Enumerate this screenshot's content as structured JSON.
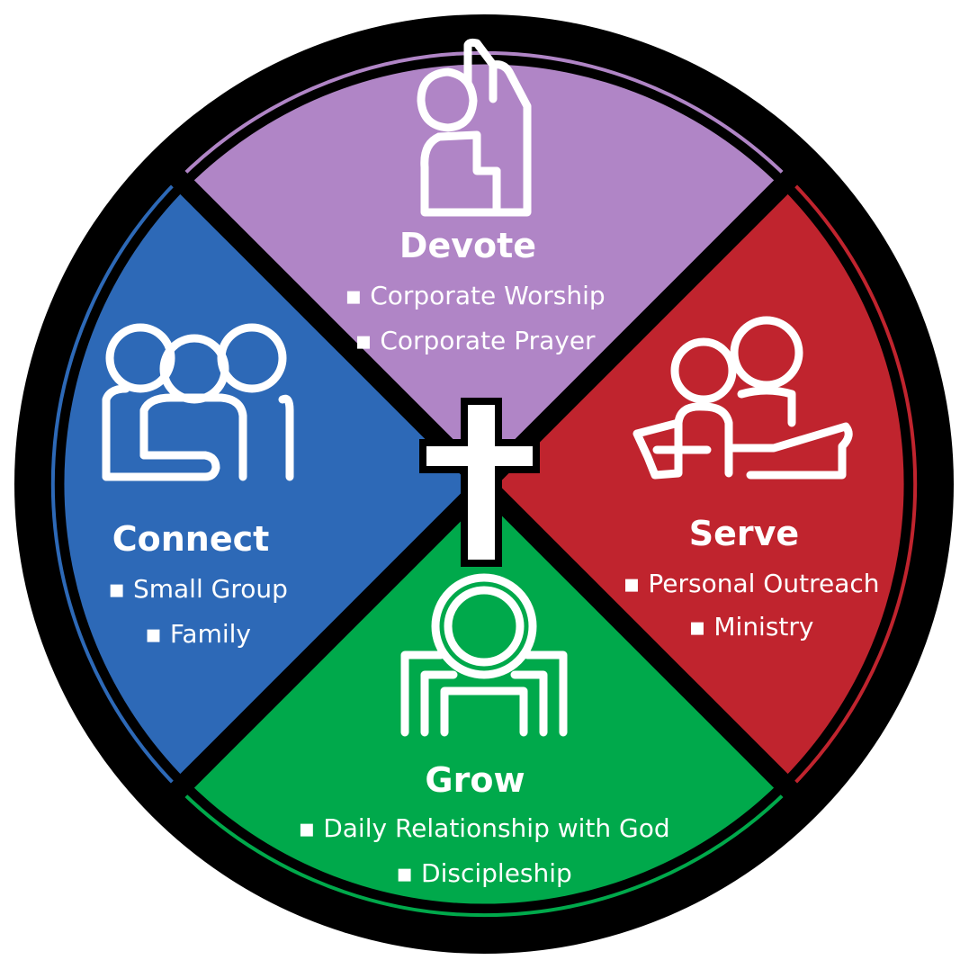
{
  "colors": {
    "devote": "#b085c6",
    "serve": "#c0242e",
    "grow": "#00a94b",
    "connect": "#2d69b7",
    "ring": "#000000",
    "cross": "#ffffff"
  },
  "segments": {
    "devote": {
      "title": "Devote",
      "items": [
        "▪ Corporate Worship",
        "▪ Corporate Prayer"
      ],
      "icon": "praying-hands-icon"
    },
    "serve": {
      "title": "Serve",
      "items": [
        "▪ Personal Outreach",
        "▪ Ministry"
      ],
      "icon": "two-people-serving-icon"
    },
    "grow": {
      "title": "Grow",
      "items": [
        "▪ Daily Relationship with God",
        "▪ Discipleship"
      ],
      "icon": "person-reading-icon"
    },
    "connect": {
      "title": "Connect",
      "items": [
        "▪ Small Group",
        "▪ Family"
      ],
      "icon": "group-of-people-icon"
    }
  },
  "center_icon": "cross-icon"
}
